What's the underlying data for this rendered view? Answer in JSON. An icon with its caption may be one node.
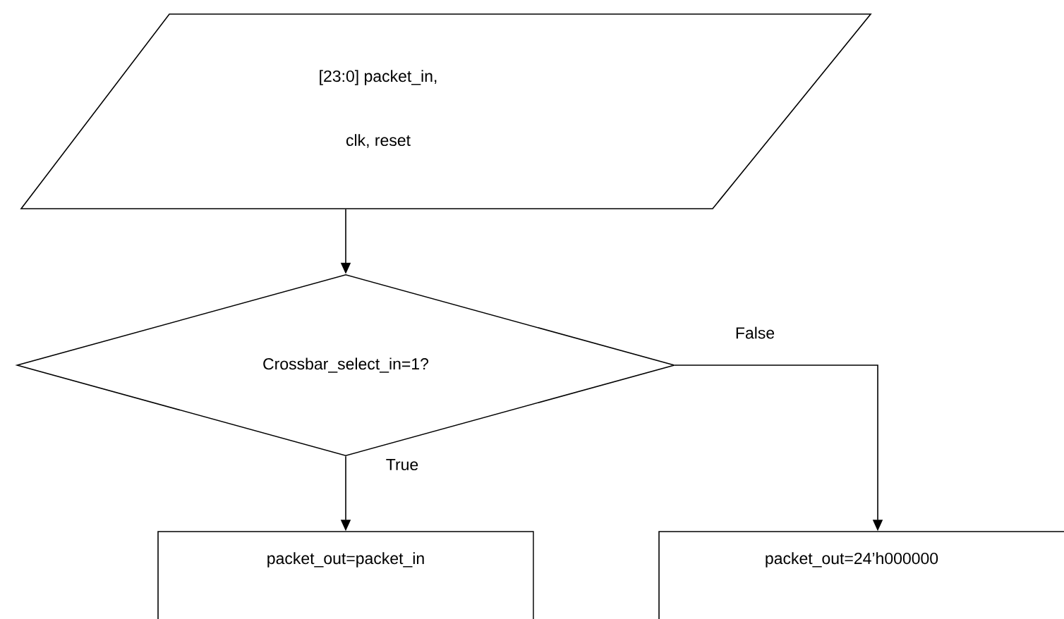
{
  "diagram": {
    "nodes": [
      {
        "text": [
          "[23:0] packet_in,",
          "clk, reset"
        ]
      },
      {
        "text": [
          "Crossbar_select_in=1?"
        ]
      },
      {
        "text": [
          "packet_out=packet_in"
        ]
      },
      {
        "text": [
          "packet_out=24’h000000"
        ]
      }
    ],
    "edges": [
      {
        "from": 0,
        "to": 1,
        "arrow": "to"
      },
      {
        "from": 1,
        "to": 2,
        "arrow": "to",
        "label": "True"
      },
      {
        "from": 1,
        "to": 3,
        "arrow": "to",
        "label": "False"
      }
    ]
  }
}
